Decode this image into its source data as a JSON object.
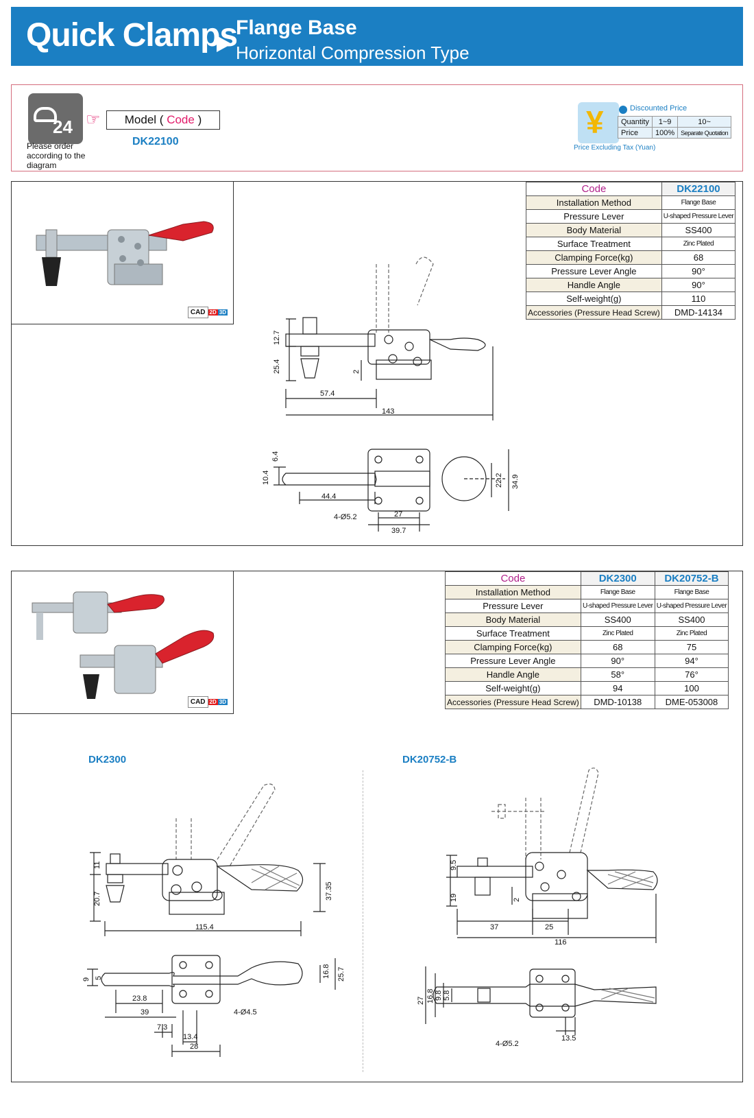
{
  "header": {
    "title": "Quick Clamps",
    "subtitle1": "Flange Base",
    "subtitle2": "Horizontal Compression Type"
  },
  "info": {
    "phone_num": "24",
    "order_note": "Please order according to the diagram",
    "model_label": "Model",
    "model_paren_open": "(",
    "model_code": "Code",
    "model_paren_close": ")",
    "model_value": "DK22100",
    "yen_glyph": "¥",
    "price_note": "Price Excluding Tax (Yuan)",
    "discount_label": "Discounted Price",
    "quantity_label": "Quantity",
    "price_label": "Price",
    "qty1": "1~9",
    "qty2": "10~",
    "price1": "100%",
    "price2": "Separate Quotation"
  },
  "cad": {
    "label": "CAD",
    "d2": "2D",
    "d3": "3D"
  },
  "labels": {
    "code": "Code",
    "installation": "Installation Method",
    "lever": "Pressure Lever",
    "material": "Body Material",
    "surface": "Surface Treatment",
    "force": "Clamping Force(kg)",
    "lever_angle": "Pressure Lever Angle",
    "handle_angle": "Handle Angle",
    "weight": "Self-weight(g)",
    "accessories": "Accessories (Pressure Head Screw)"
  },
  "sec1": {
    "model": "DK22100",
    "installation": "Flange Base",
    "lever": "U-shaped Pressure Lever",
    "material": "SS400",
    "surface": "Zinc Plated",
    "force": "68",
    "lever_angle": "90°",
    "handle_angle": "90°",
    "weight": "110",
    "accessories": "DMD-14134",
    "dims": {
      "d127": "12.7",
      "d254": "25.4",
      "d2": "2",
      "d574": "57.4",
      "d143": "143",
      "d64": "6.4",
      "d104": "10.4",
      "d444": "44.4",
      "d52": "4-Ø5.2",
      "d27": "27",
      "d397": "39.7",
      "d222": "22.2",
      "d349": "34.9"
    }
  },
  "sec2": {
    "models": [
      "DK2300",
      "DK20752-B"
    ],
    "installation": [
      "Flange Base",
      "Flange Base"
    ],
    "lever": [
      "U-shaped Pressure Lever",
      "U-shaped Pressure Lever"
    ],
    "material": [
      "SS400",
      "SS400"
    ],
    "surface": [
      "Zinc Plated",
      "Zinc Plated"
    ],
    "force": [
      "68",
      "75"
    ],
    "lever_angle": [
      "90°",
      "94°"
    ],
    "handle_angle": [
      "58°",
      "76°"
    ],
    "weight": [
      "94",
      "100"
    ],
    "accessories": [
      "DMD-10138",
      "DME-053008"
    ],
    "a": {
      "title": "DK2300",
      "d11": "11",
      "d207": "20.7",
      "d3735": "37.35",
      "d1154": "115.4",
      "d9": "9",
      "d5": "5",
      "d238": "23.8",
      "d39": "39",
      "d73": "7.3",
      "d134": "13.4",
      "d28": "28",
      "d45": "4-Ø4.5",
      "d168": "16.8",
      "d257": "25.7"
    },
    "b": {
      "title": "DK20752-B",
      "d95": "9.5",
      "d19": "19",
      "d2": "2",
      "d37": "37",
      "d25": "25",
      "d116": "116",
      "d27": "27",
      "d168": "16.8",
      "d98": "9.8",
      "d58": "5.8",
      "d52": "4-Ø5.2",
      "d135": "13.5"
    }
  },
  "colors": {
    "brand_blue": "#1b7fc3",
    "code_magenta": "#b01f8a",
    "grip_red": "#d9232d"
  }
}
